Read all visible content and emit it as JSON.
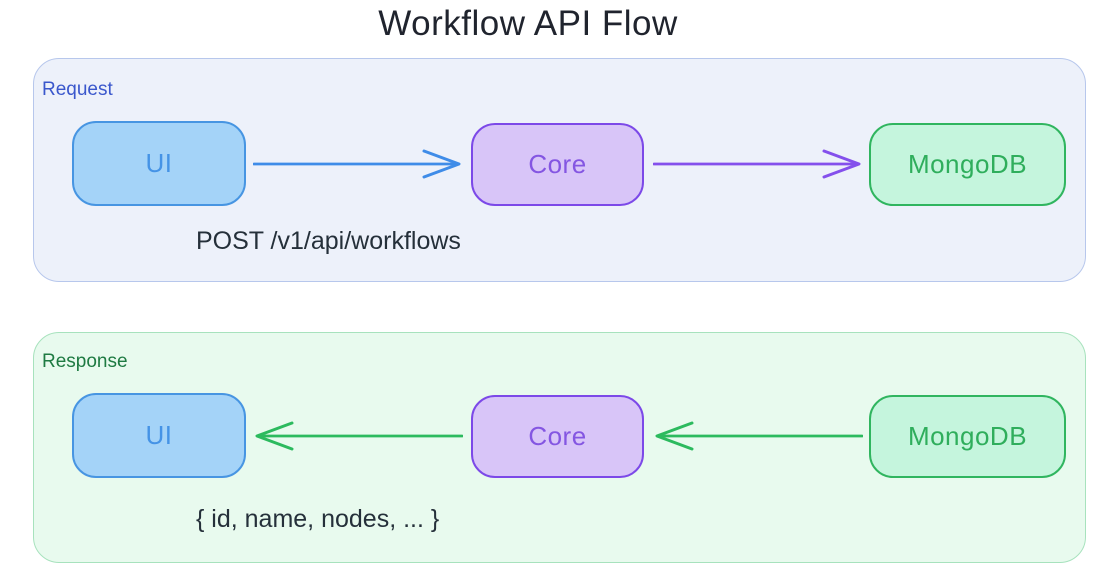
{
  "title": "Workflow API Flow",
  "request": {
    "label": "Request",
    "annotation": "POST /v1/api/workflows",
    "nodes": [
      {
        "id": "ui",
        "label": "UI"
      },
      {
        "id": "core",
        "label": "Core"
      },
      {
        "id": "mongodb",
        "label": "MongoDB"
      }
    ],
    "arrows": [
      {
        "from": "UI",
        "to": "Core",
        "direction": "right",
        "color": "#3f8ce8"
      },
      {
        "from": "Core",
        "to": "MongoDB",
        "direction": "right",
        "color": "#8450ec"
      }
    ]
  },
  "response": {
    "label": "Response",
    "annotation": "{ id, name, nodes, ... }",
    "nodes": [
      {
        "id": "ui",
        "label": "UI"
      },
      {
        "id": "core",
        "label": "Core"
      },
      {
        "id": "mongodb",
        "label": "MongoDB"
      }
    ],
    "arrows": [
      {
        "from": "Core",
        "to": "UI",
        "direction": "left",
        "color": "#2cba5e"
      },
      {
        "from": "MongoDB",
        "to": "Core",
        "direction": "left",
        "color": "#2cba5e"
      }
    ]
  },
  "palette": {
    "ui_fill": "#a4d3f8",
    "ui_border": "#4795e2",
    "ui_text": "#4593e6",
    "core_fill": "#d8c5f8",
    "core_border": "#7c49e8",
    "core_text": "#8456e2",
    "mongo_fill": "#c5f5dd",
    "mongo_border": "#30b55f",
    "mongo_text": "#2fae5c",
    "request_panel_fill": "#edf1fa",
    "request_panel_border": "#b7c7ec",
    "request_label": "#3a57cc",
    "response_panel_fill": "#e8faee",
    "response_panel_border": "#a7e2bd",
    "response_label": "#1e7a42",
    "arrow_blue": "#3f8ce8",
    "arrow_purple": "#8450ec",
    "arrow_green": "#2cba5e",
    "title_text": "#20242e",
    "annotation_text": "#25303a"
  }
}
